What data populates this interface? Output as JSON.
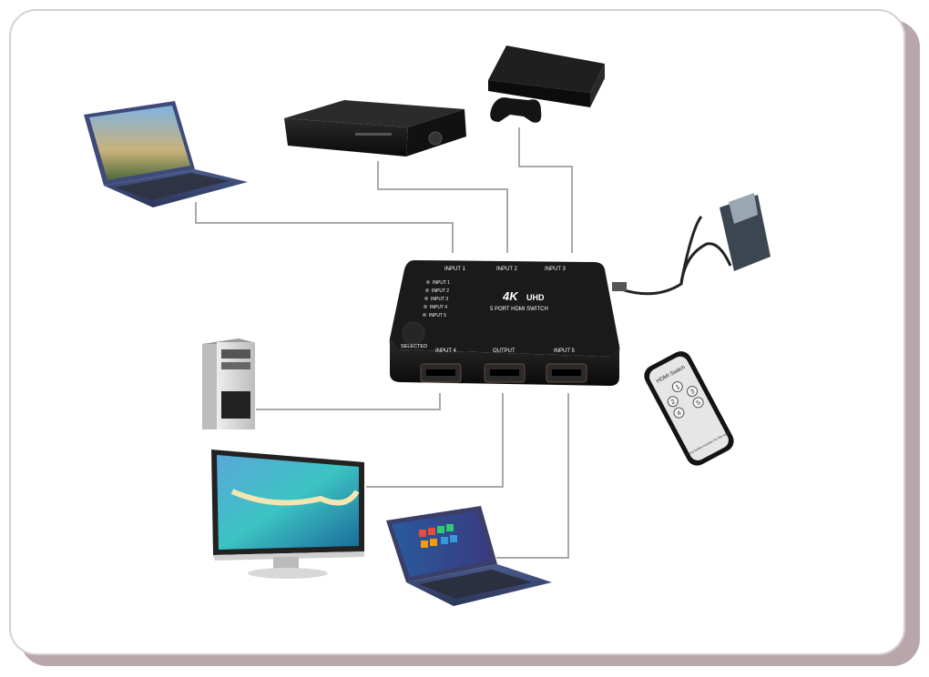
{
  "switch": {
    "port_labels_top": [
      "INPUT 1",
      "INPUT 2",
      "INPUT 3"
    ],
    "port_labels_bottom": [
      "INPUT 4",
      "OUTPUT",
      "INPUT 5"
    ],
    "led_labels": [
      "INPUT 1",
      "INPUT 2",
      "INPUT 3",
      "INPUT 4",
      "INPUT 5"
    ],
    "brand_4k": "4K",
    "brand_uhd": "UHD",
    "model_line": "5 PORT HDMI SWITCH",
    "selected_label": "SELECTED"
  },
  "remote": {
    "title": "HDMI Switch",
    "buttons": [
      "1",
      "2",
      "3",
      "4",
      "5"
    ],
    "footer": "Press button number for the input"
  },
  "colors": {
    "frame_shadow": "#b9a6ab",
    "wire": "#a9a9a9",
    "device_body": "#141414"
  },
  "devices": [
    "laptop-top-left",
    "set-top-box",
    "game-console",
    "power-adapter",
    "desktop-tower",
    "monitor",
    "laptop-bottom",
    "remote-control"
  ]
}
